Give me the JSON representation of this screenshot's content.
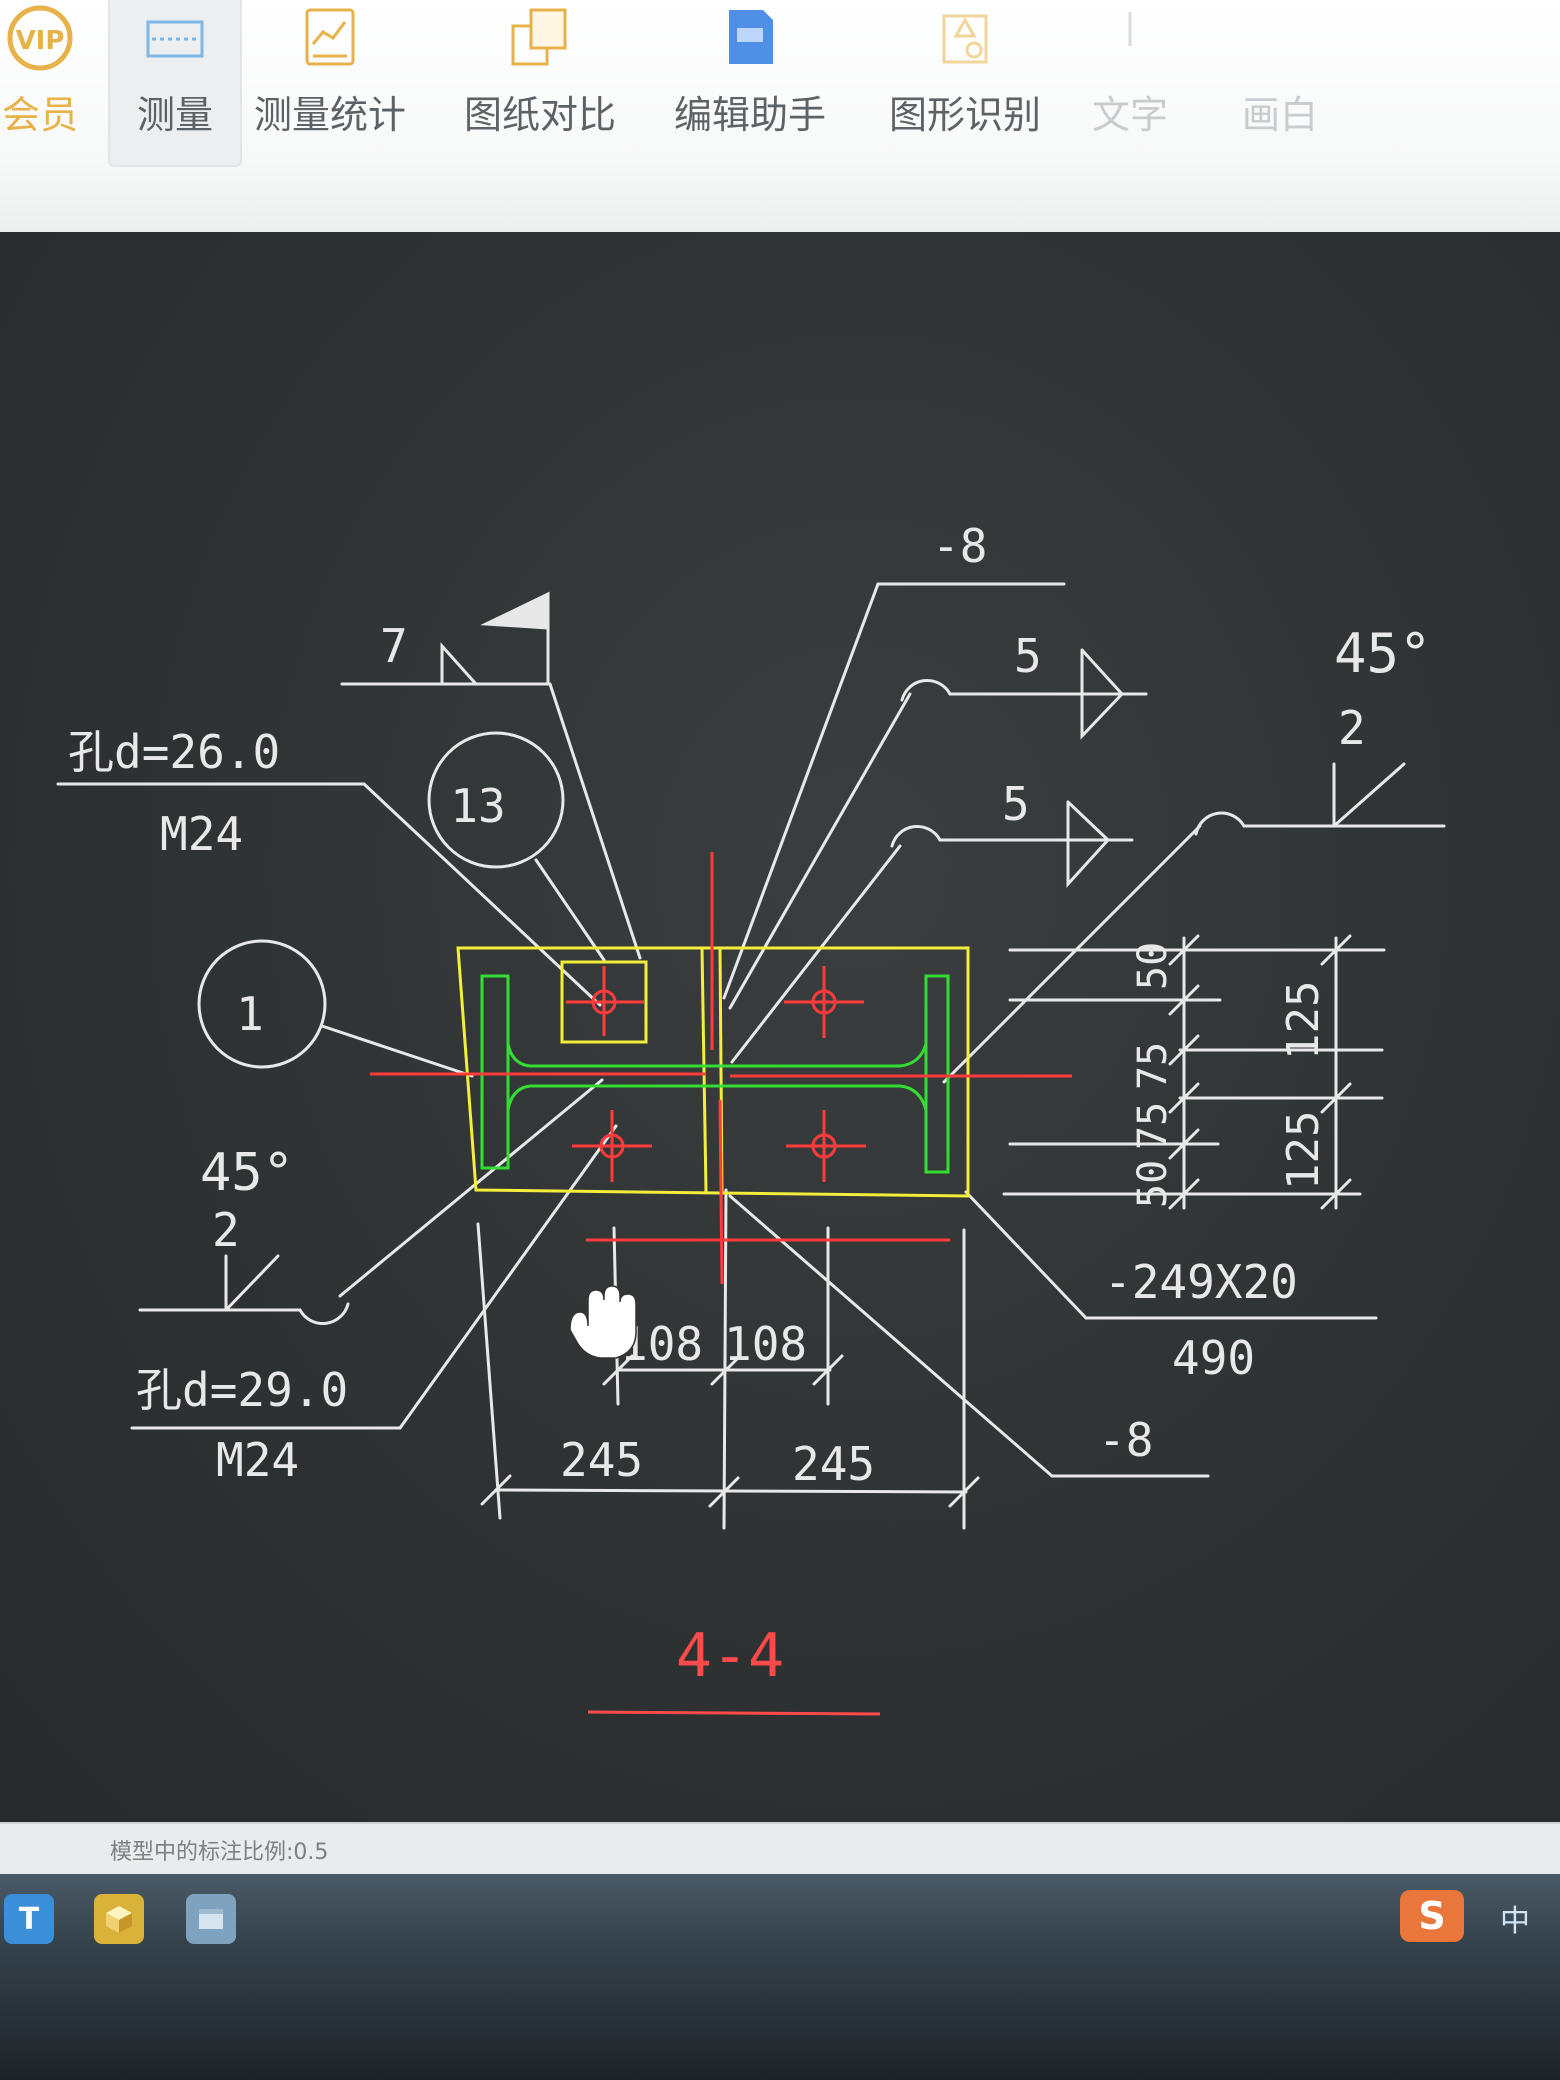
{
  "toolbar": {
    "vip_label": "会员",
    "vip_badge": "VIP",
    "items": [
      {
        "label": "测量"
      },
      {
        "label": "测量统计"
      },
      {
        "label": "图纸对比"
      },
      {
        "label": "编辑助手"
      },
      {
        "label": "图形识别"
      },
      {
        "label": "文字"
      },
      {
        "label": "画白"
      }
    ]
  },
  "drawing": {
    "section_title": "4-4",
    "labels": {
      "hole_top": "孔d=26.0",
      "bolt_top": "M24",
      "hole_bottom": "孔d=29.0",
      "bolt_bottom": "M24",
      "callout_13": "13",
      "callout_1": "1",
      "weld_7": "7",
      "plate_thk_top": "-8",
      "weld_5_a": "5",
      "weld_5_b": "5",
      "bevel_right_angle": "45°",
      "bevel_right_gap": "2",
      "bevel_left_angle": "45°",
      "bevel_left_gap": "2",
      "end_plate_size": "-249X20",
      "end_plate_len": "490",
      "plate_thk_bottom": "-8",
      "dim_108_left": "108",
      "dim_108_right": "108",
      "dim_245_left": "245",
      "dim_245_right": "245",
      "vdim_50_top": "50",
      "vdim_75_top": "75",
      "vdim_75_bottom": "75",
      "vdim_50_bottom": "50",
      "vdim_125_top": "125",
      "vdim_125_bottom": "125"
    },
    "colors": {
      "plate": "#f2ee3a",
      "section": "#33dd33",
      "centerline": "#ff3b3b",
      "line": "#e8e8e8",
      "title": "#ff4a4a"
    }
  },
  "statusbar": {
    "text": "模型中的标注比例:0.5"
  },
  "taskbar": {
    "ime_badge": "S",
    "ime_lang": "中"
  }
}
